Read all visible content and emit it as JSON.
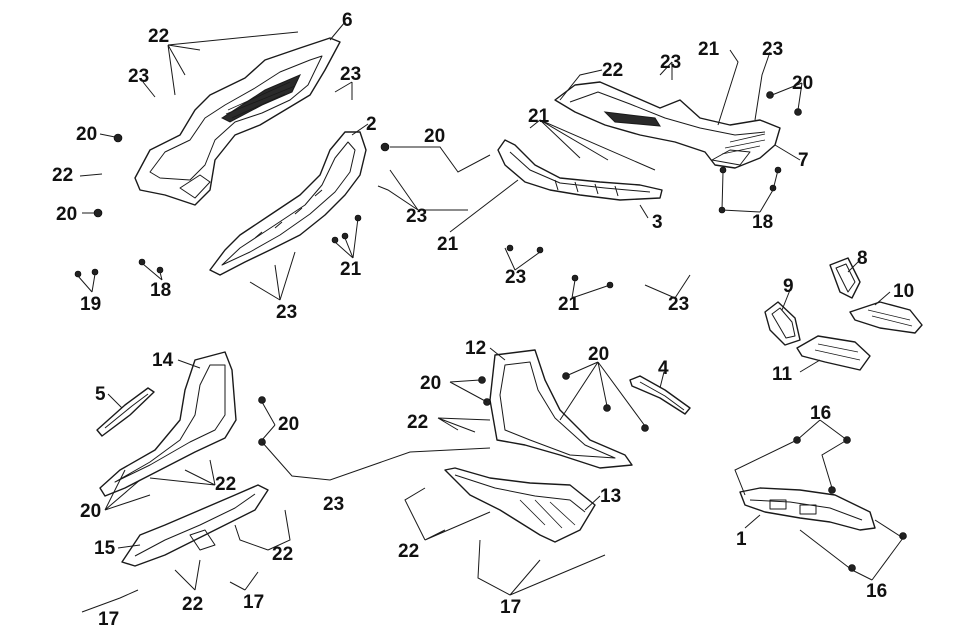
{
  "diagram": {
    "callouts": {
      "c1": "1",
      "c2": "2",
      "c3": "3",
      "c4": "4",
      "c5": "5",
      "c6": "6",
      "c7": "7",
      "c8": "8",
      "c9": "9",
      "c10": "10",
      "c11": "11",
      "c12": "12",
      "c13": "13",
      "c14": "14",
      "c15": "15",
      "c16a": "16",
      "c16b": "16",
      "c17a": "17",
      "c17b": "17",
      "c17c": "17",
      "c18a": "18",
      "c18b": "18",
      "c19": "19",
      "c20a": "20",
      "c20b": "20",
      "c20c": "20",
      "c20d": "20",
      "c20e": "20",
      "c20f": "20",
      "c20g": "20",
      "c20h": "20",
      "c21a": "21",
      "c21b": "21",
      "c21c": "21",
      "c21d": "21",
      "c21e": "21",
      "c22a": "22",
      "c22b": "22",
      "c22c": "22",
      "c22d": "22",
      "c22e": "22",
      "c22f": "22",
      "c22g": "22",
      "c22h": "22",
      "c23a": "23",
      "c23b": "23",
      "c23c": "23",
      "c23d": "23",
      "c23e": "23",
      "c23f": "23",
      "c23g": "23",
      "c23h": "23",
      "c23i": "23"
    }
  }
}
